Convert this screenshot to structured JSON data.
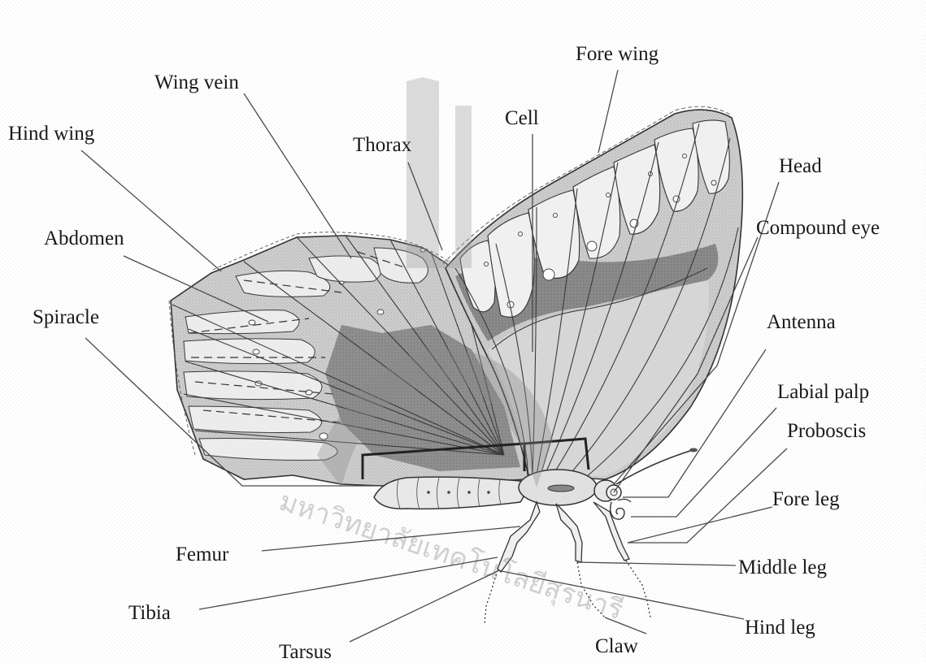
{
  "labels": {
    "fore_wing": "Fore wing",
    "wing_vein": "Wing vein",
    "cell": "Cell",
    "hind_wing": "Hind wing",
    "thorax": "Thorax",
    "head": "Head",
    "compound_eye": "Compound eye",
    "abdomen": "Abdomen",
    "spiracle": "Spiracle",
    "antenna": "Antenna",
    "labial_palp": "Labial palp",
    "proboscis": "Proboscis",
    "fore_leg": "Fore leg",
    "femur": "Femur",
    "middle_leg": "Middle leg",
    "tibia": "Tibia",
    "hind_leg": "Hind leg",
    "tarsus": "Tarsus",
    "claw": "Claw"
  },
  "watermark_text": "มหาวิทยาลัยเทคโนโลยีสุรนารี",
  "colors": {
    "wing_light": "#e4e4e4",
    "wing_mid": "#c4c4c4",
    "wing_dark": "#8a8a8a",
    "band_light": "#eeeeee",
    "outline": "#333333"
  }
}
